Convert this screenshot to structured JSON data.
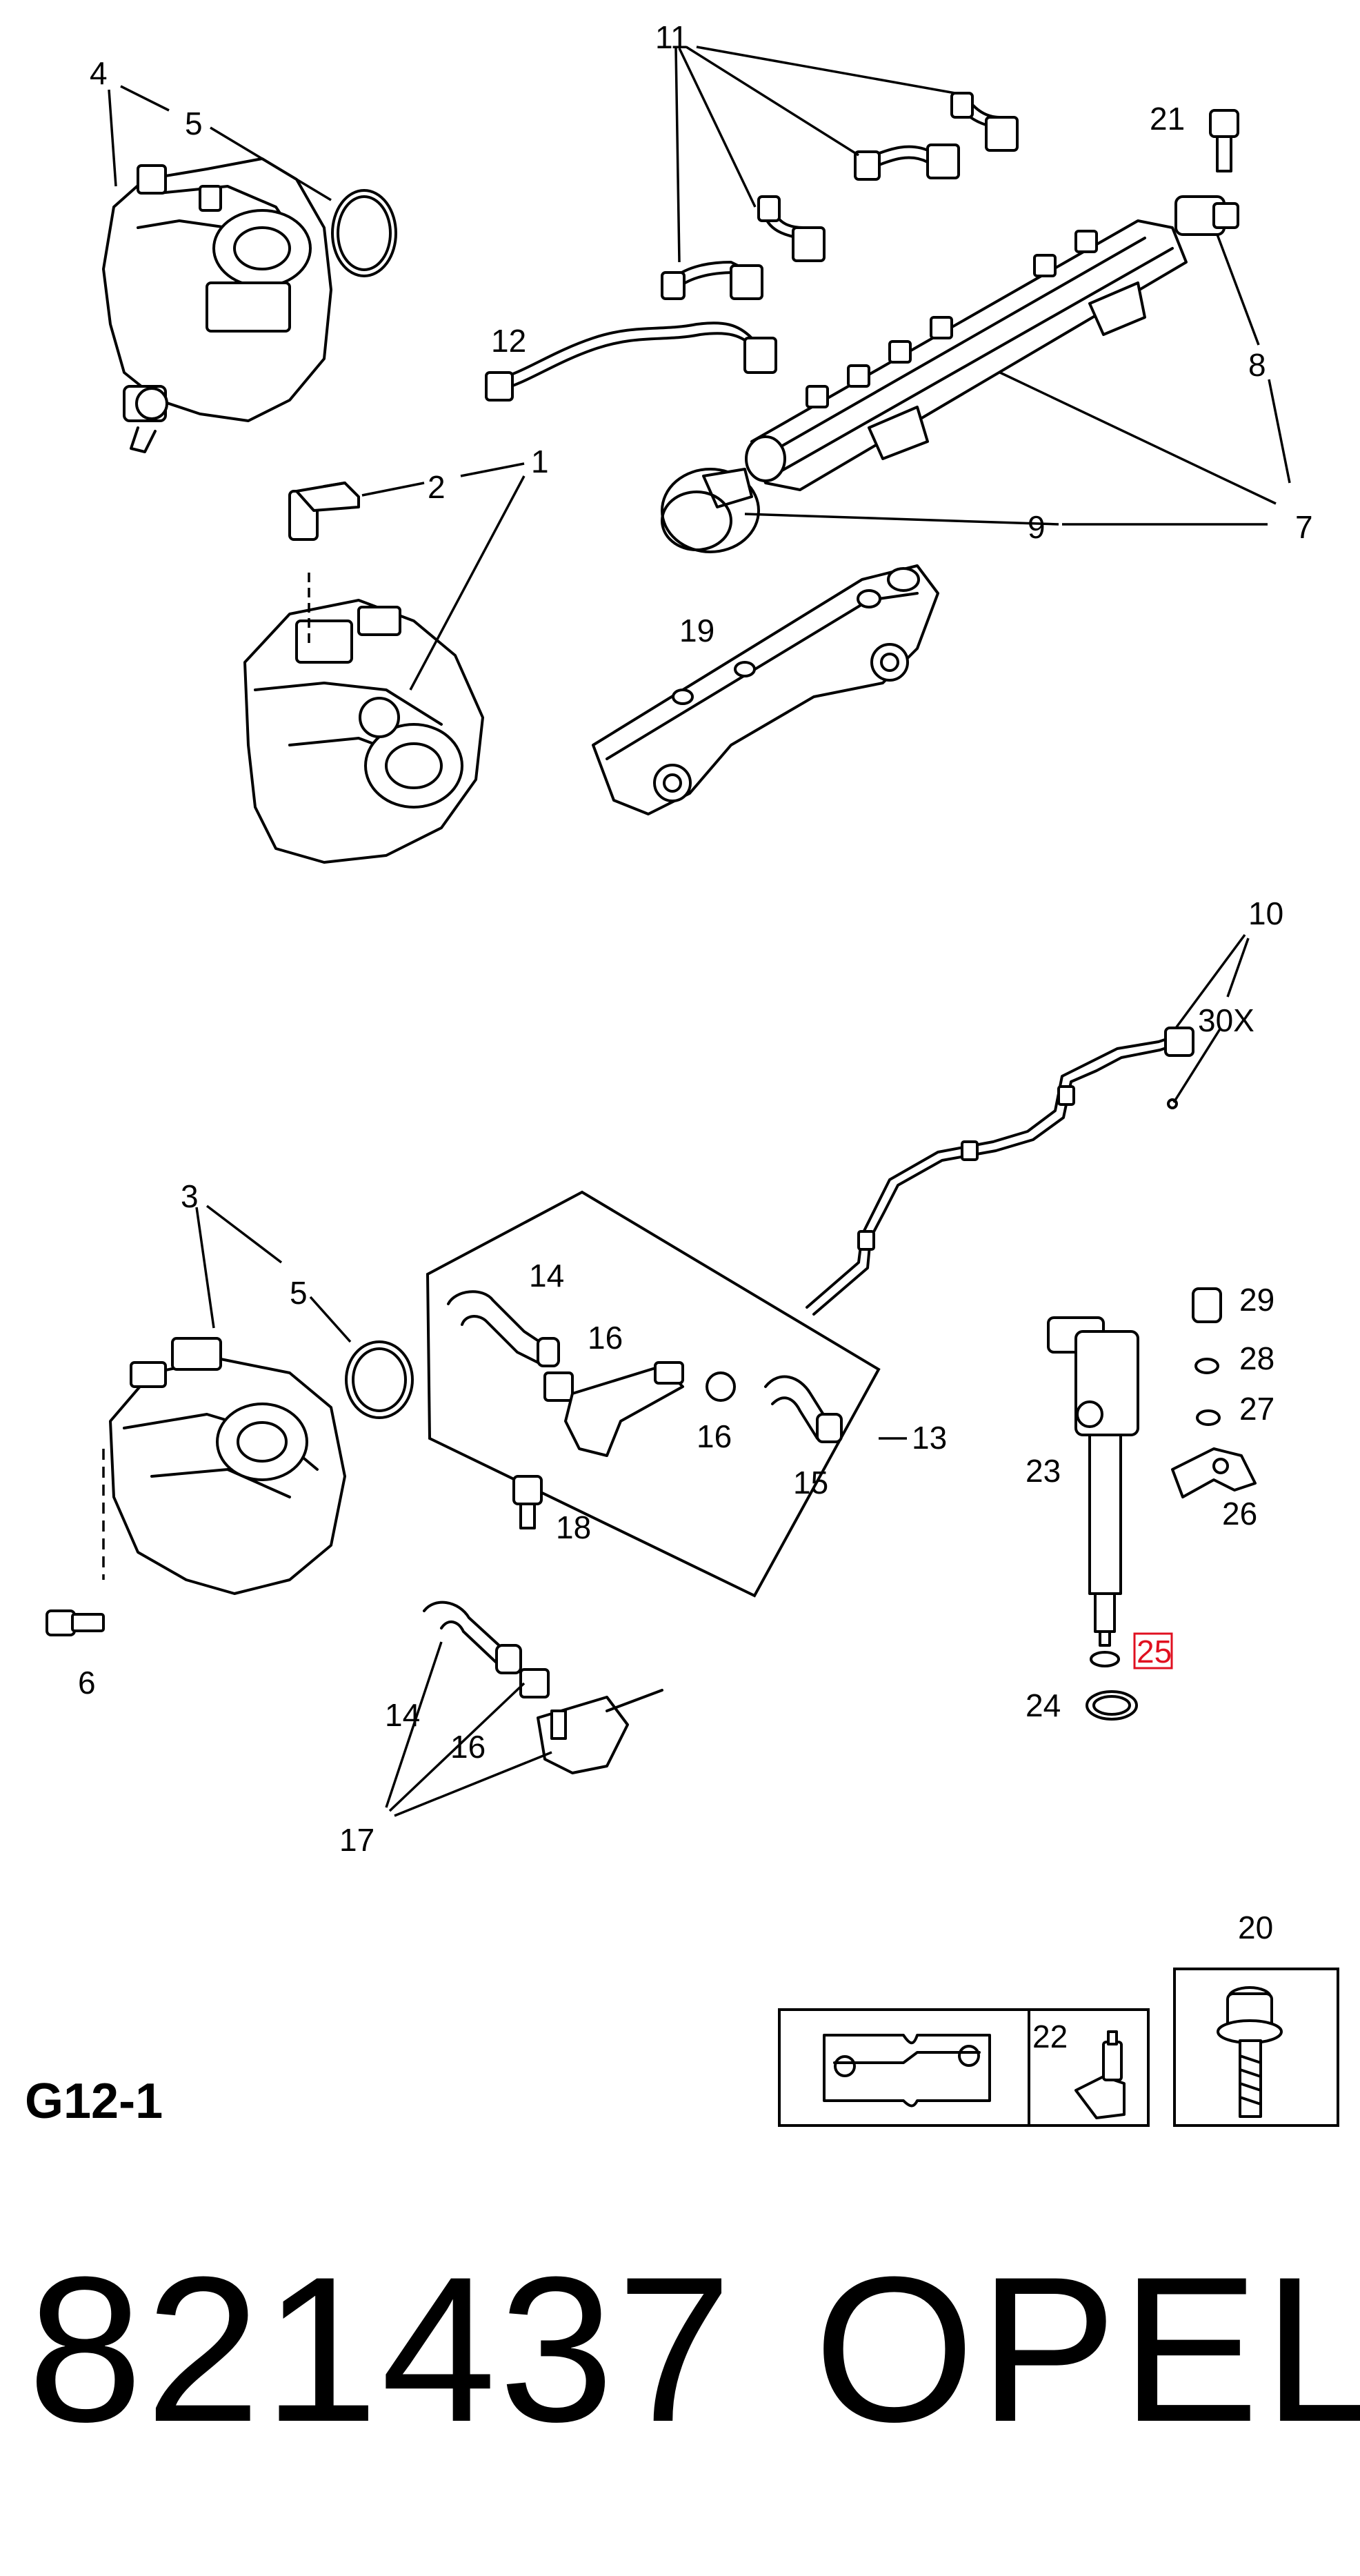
{
  "diagram": {
    "section_code": "G12-1",
    "part_number": "821437",
    "brand": "OPEL",
    "highlighted_callout": "25",
    "colors": {
      "line": "#000000",
      "highlight": "#e01020",
      "background": "#ffffff"
    },
    "callouts": {
      "c1": "1",
      "c2": "2",
      "c3": "3",
      "c4": "4",
      "c5a": "5",
      "c5b": "5",
      "c6": "6",
      "c7": "7",
      "c8": "8",
      "c9": "9",
      "c10": "10",
      "c11": "11",
      "c12": "12",
      "c13": "13",
      "c14a": "14",
      "c14b": "14",
      "c15": "15",
      "c16a": "16",
      "c16b": "16",
      "c16c": "16",
      "c17": "17",
      "c18": "18",
      "c19": "19",
      "c20": "20",
      "c21": "21",
      "c22": "22",
      "c23": "23",
      "c24": "24",
      "c25": "25",
      "c26": "26",
      "c27": "27",
      "c28": "28",
      "c29": "29",
      "c30x": "30X"
    },
    "icons": [
      "manual-book-wrench-icon",
      "sealant-bottle-icon",
      "torx-bolt-icon"
    ]
  }
}
